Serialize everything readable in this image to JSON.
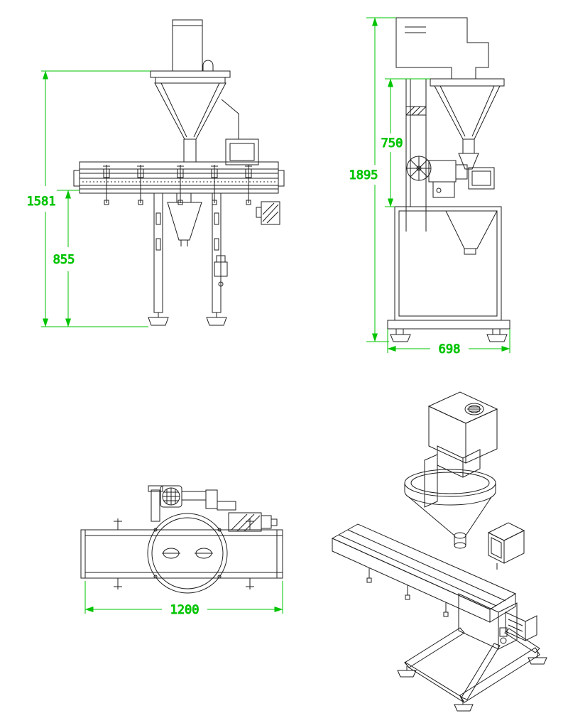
{
  "drawing": {
    "colors": {
      "line": "#1f1f1f",
      "dimension": "#00c400",
      "background": "#ffffff"
    },
    "views": {
      "front": {
        "dimensions": {
          "overall_height": "1581",
          "conveyor_height": "855"
        }
      },
      "side": {
        "dimensions": {
          "overall_height": "1895",
          "filler_height": "750",
          "base_width": "698"
        }
      },
      "top": {
        "dimensions": {
          "overall_length": "1200"
        }
      },
      "isometric": {
        "dimensions": {}
      }
    }
  }
}
